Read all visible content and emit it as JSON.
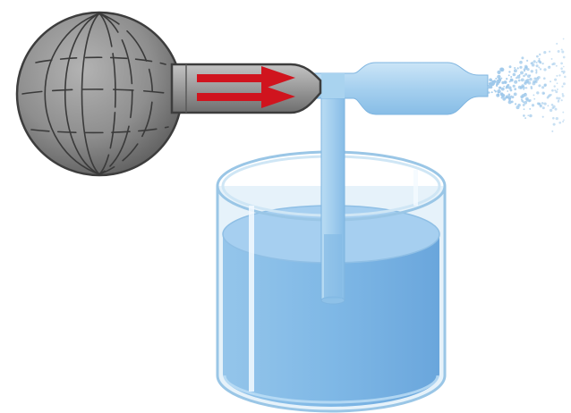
{
  "figure": {
    "components": [
      "rubber-bulb",
      "air-nozzle",
      "vertical-tube",
      "horizontal-tube",
      "spray-mist",
      "beaker",
      "liquid"
    ],
    "airflow_arrows": 2,
    "colors": {
      "bulb": "#8e8e8e",
      "bulb_shadow": "#6a6a6a",
      "nozzle": "#9a9a9a",
      "arrow": "#d0141e",
      "tube": "#a9d3ef",
      "tube_dark": "#8fc0e6",
      "liquid": "#7fb8e6",
      "liquid_surface": "#a6cff0",
      "glass": "#d9ecf8",
      "glass_edge": "#9ac6e6",
      "spray": "#9ec8ea"
    }
  }
}
